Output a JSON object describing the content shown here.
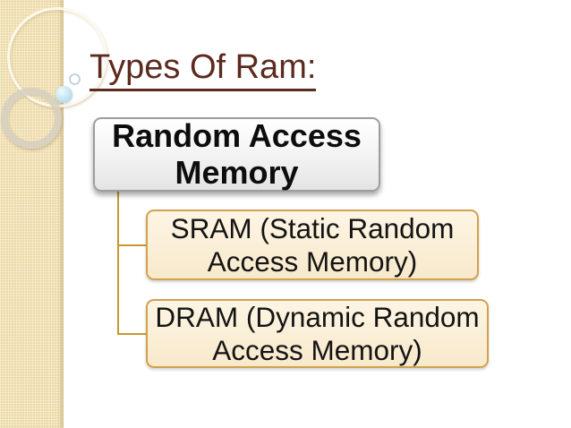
{
  "slide": {
    "title": "Types Of Ram:"
  },
  "diagram": {
    "type": "hierarchy",
    "root": {
      "label": "Random Access Memory"
    },
    "children": [
      {
        "label": "SRAM (Static Random Access Memory)"
      },
      {
        "label": "DRAM (Dynamic Random Access Memory)"
      }
    ]
  },
  "theme": {
    "sidebar_color": "#ecd9a3",
    "title_color": "#5c2a1f",
    "connector_color": "#c8982f",
    "root_box_fill": "#f2f2f2",
    "root_box_border": "#9d9d9d",
    "child_box_fill": "#f9ecd2",
    "child_box_border": "#d2a14c",
    "bubble_color": "#bfe2ee",
    "text_color": "#0d0d0d"
  }
}
